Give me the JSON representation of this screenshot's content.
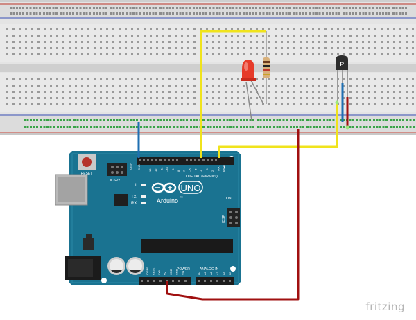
{
  "board": {
    "reset_label": "RESET",
    "aref_label": "AREF",
    "gnd_label": "GND",
    "icsp2_label": "ICSP2",
    "icsp_label": "ICSP",
    "l_label": "L",
    "tx_label": "TX",
    "rx_label": "RX",
    "brand_text": "Arduino",
    "tm": "™",
    "uno_text": "UNO",
    "digital_label": "DIGITAL (PWM=~)",
    "power_label": "POWER",
    "analog_label": "ANALOG IN",
    "on_label": "ON",
    "digital_pins": [
      "13",
      "12",
      "~11",
      "~10",
      "~9",
      "8",
      "7",
      "~6",
      "~5",
      "4",
      "~3",
      "2",
      "TX▸1",
      "RX◂0"
    ],
    "power_pins": [
      "IOREF",
      "RESET",
      "3V3",
      "5V",
      "GND",
      "GND",
      "VIN"
    ],
    "analog_pins": [
      "A0",
      "A1",
      "A2",
      "A3",
      "A4",
      "A5"
    ]
  },
  "sensor": {
    "mark": "P"
  },
  "branding": {
    "text": "fritzing"
  },
  "colors": {
    "wire_yellow": "#f0e31c",
    "wire_red": "#a01010",
    "wire_blue": "#1f6fb2",
    "board": "#1a7391",
    "led": "#e63b2a"
  }
}
